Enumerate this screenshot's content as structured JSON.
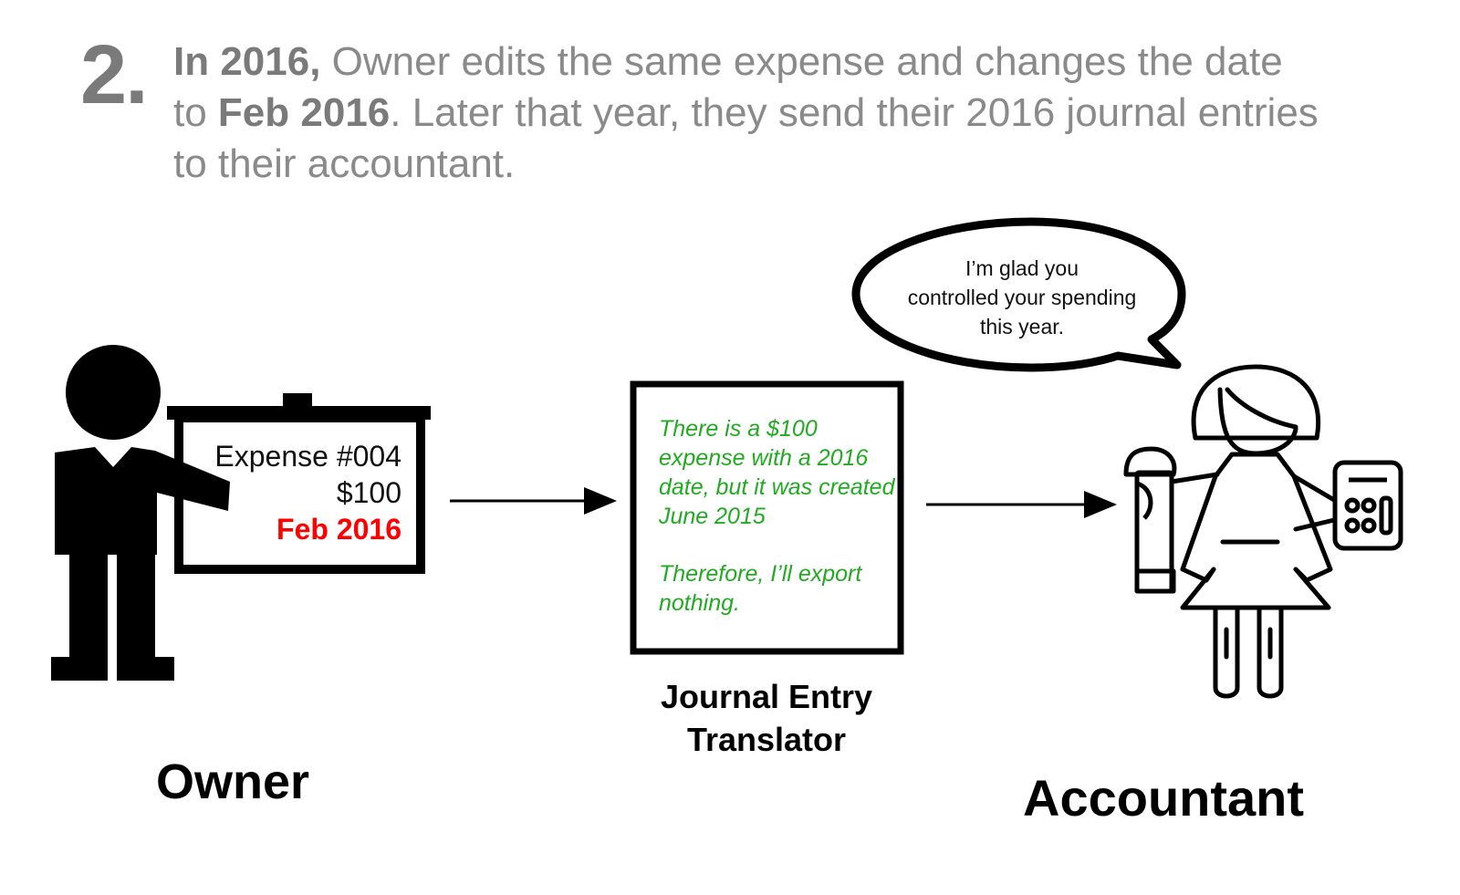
{
  "header": {
    "step_number": "2.",
    "line1_bold": "In 2016,",
    "line1_rest": " Owner edits the same expense and changes the date",
    "line2_start": "to ",
    "line2_bold": "Feb 2016",
    "line2_rest": ".  Later that year, they send their 2016 journal entries",
    "line3": "to their accountant."
  },
  "owner": {
    "label": "Owner",
    "board": {
      "expense_id": "Expense #004",
      "amount": "$100",
      "date": "Feb 2016"
    }
  },
  "translator": {
    "label_line1": "Journal Entry",
    "label_line2": "Translator",
    "paragraph1": "There is a $100 expense with a 2016 date, but it was created June 2015",
    "paragraph2": "Therefore, I’ll export nothing."
  },
  "accountant": {
    "label": "Accountant",
    "speech_line1": "I’m glad you",
    "speech_line2": "controlled your spending",
    "speech_line3": "this year."
  },
  "colors": {
    "header_text": "#8a8a8a",
    "highlight_date": "#ff0000",
    "translator_text": "#22aa22"
  },
  "icons": [
    "presenter-person-icon",
    "arrow-right-icon",
    "accountant-person-icon",
    "calculator-icon",
    "scroll-icon",
    "speech-bubble-icon"
  ]
}
